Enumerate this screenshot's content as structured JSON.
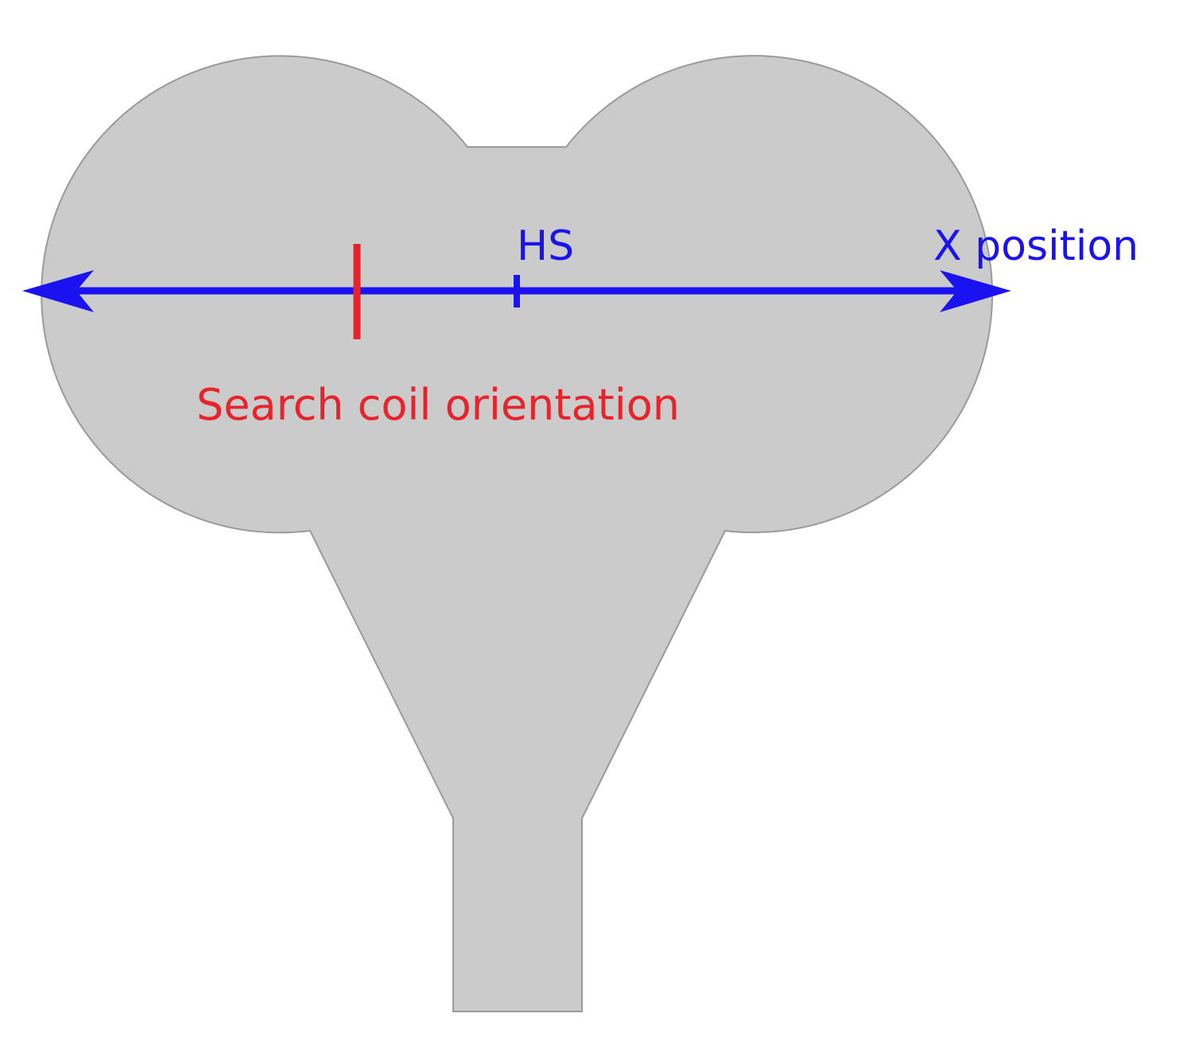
{
  "labels": {
    "hs": "HS",
    "x_position": "X position",
    "search_coil": "Search coil orientation"
  },
  "colors": {
    "shape_fill": "#cbcbcb",
    "shape_stroke": "#9a9a9a",
    "axis": "#1a12f0",
    "coil": "#e8232b"
  }
}
